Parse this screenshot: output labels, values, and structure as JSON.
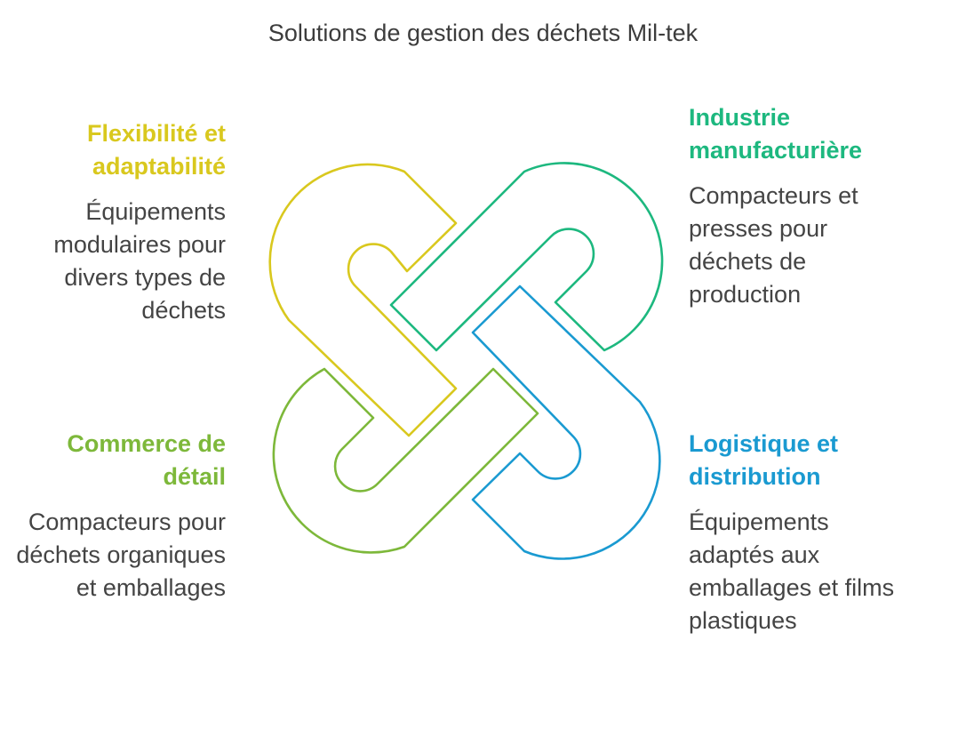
{
  "title": "Solutions de gestion des déchets Mil-tek",
  "colors": {
    "yellow": "#D9C81E",
    "green": "#1DB87F",
    "lime": "#7DB83A",
    "blue": "#1A9AD1"
  },
  "items": {
    "top_left": {
      "heading": "Flexibilité et adaptabilité",
      "description": "Équipements modulaires pour divers types de déchets"
    },
    "top_right": {
      "heading": "Industrie manufacturière",
      "description": "Compacteurs et presses pour déchets de production"
    },
    "bottom_left": {
      "heading": "Commerce de détail",
      "description": "Compacteurs pour déchets organiques et emballages"
    },
    "bottom_right": {
      "heading": "Logistique et distribution",
      "description": "Équipements adaptés aux emballages et films plastiques"
    }
  }
}
